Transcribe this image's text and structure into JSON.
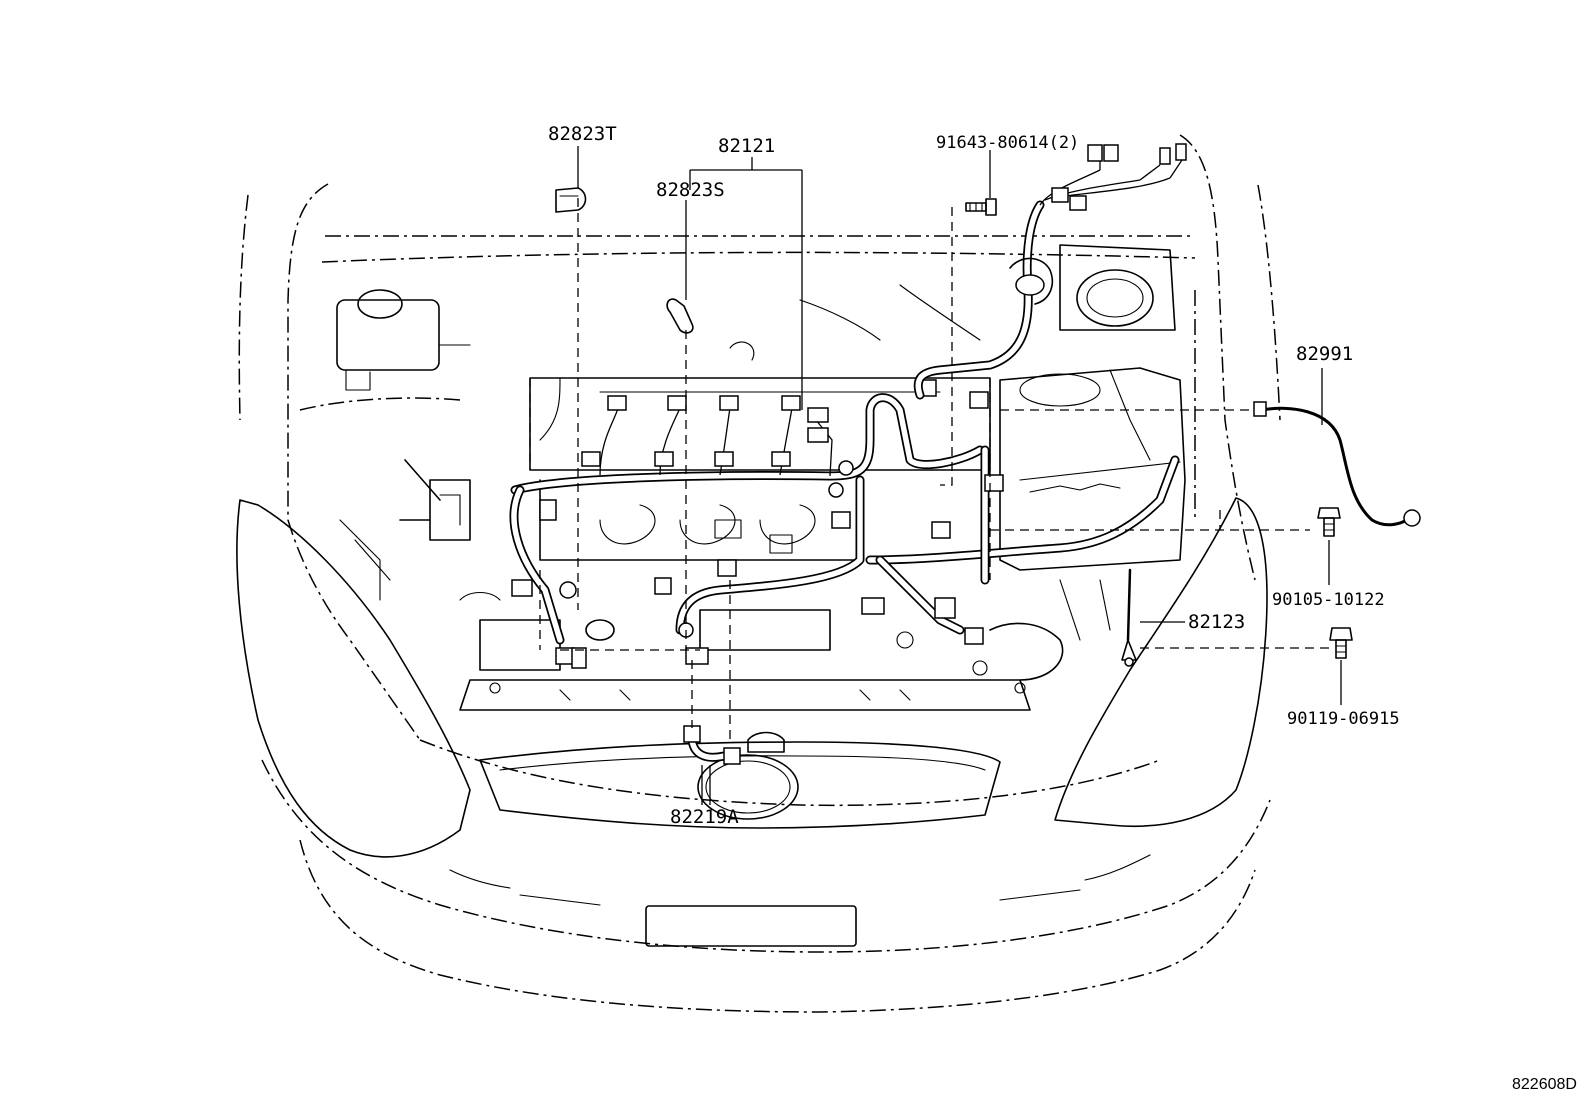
{
  "part_labels": {
    "p82823T": "82823T",
    "p82121": "82121",
    "p82823S": "82823S",
    "p91643": "91643-80614(2)",
    "p82991": "82991",
    "p90105": "90105-10122",
    "p82123": "82123",
    "p90119": "90119-06915",
    "p82219A": "82219A"
  },
  "diagram_code": "822608D"
}
